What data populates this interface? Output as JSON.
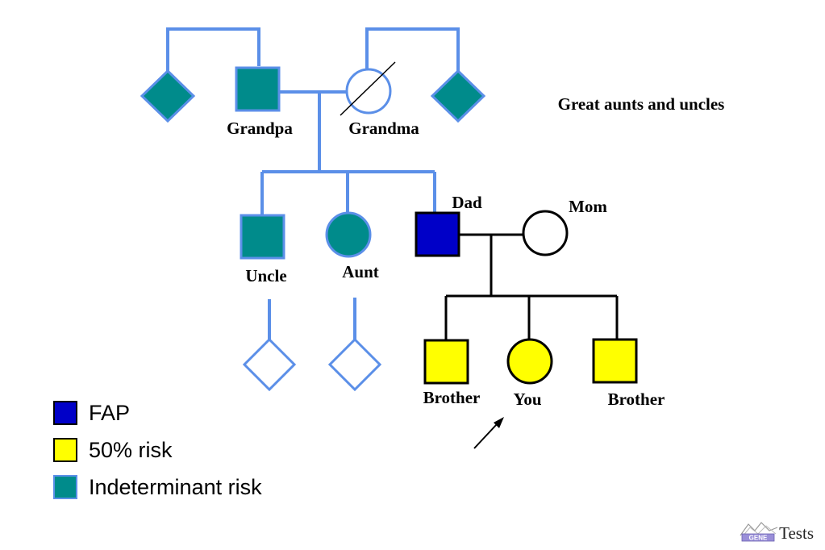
{
  "labels": {
    "grandpa": "Grandpa",
    "grandma": "Grandma",
    "great_aunts_uncles": "Great aunts and uncles",
    "dad": "Dad",
    "mom": "Mom",
    "uncle": "Uncle",
    "aunt": "Aunt",
    "brother_left": "Brother",
    "you": "You",
    "brother_right": "Brother"
  },
  "legend": {
    "items": [
      {
        "label": "FAP",
        "color": "#0000c8"
      },
      {
        "label": "50% risk",
        "color": "#ffff00"
      },
      {
        "label": "Indeterminant risk",
        "color": "#008b8b"
      }
    ]
  },
  "logo": {
    "badge_text": "GENE",
    "word_text": "Tests"
  },
  "colors": {
    "fap": "#0000c8",
    "risk50": "#ffff00",
    "indeterminant": "#008b8b",
    "line_blue": "#5b8fe8",
    "line_black": "#000000"
  }
}
